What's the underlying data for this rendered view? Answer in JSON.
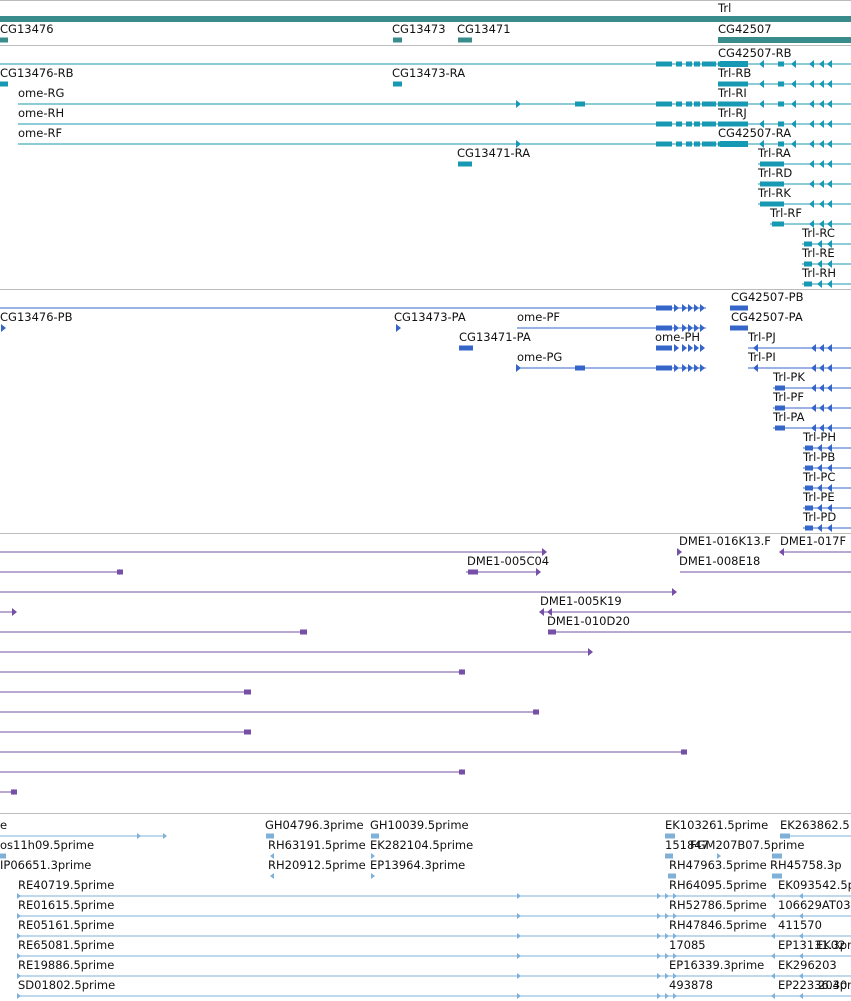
{
  "colors": {
    "gene": "#3a8c8c",
    "transcript": "#1899b3",
    "protein": "#3565c8",
    "clone": "#7550a6",
    "est": "#7fb1d8",
    "separator": "#bcbcbc",
    "label": "#111111"
  },
  "tracks": [
    {
      "name": "genes",
      "features": [
        {
          "label": "Trl",
          "strand": "+"
        },
        {
          "label": "CG13476",
          "strand": "+"
        },
        {
          "label": "CG13473",
          "strand": "+"
        },
        {
          "label": "CG13471",
          "strand": "-"
        },
        {
          "label": "CG42507",
          "strand": "-"
        }
      ]
    },
    {
      "name": "transcripts",
      "features": [
        {
          "label": "CG42507-RB"
        },
        {
          "label": "CG13476-RB"
        },
        {
          "label": "CG13473-RA"
        },
        {
          "label": "Trl-RB"
        },
        {
          "label": "ome-RG"
        },
        {
          "label": "Trl-RI"
        },
        {
          "label": "ome-RH"
        },
        {
          "label": "Trl-RJ"
        },
        {
          "label": "ome-RF"
        },
        {
          "label": "CG42507-RA"
        },
        {
          "label": "CG13471-RA"
        },
        {
          "label": "Trl-RA"
        },
        {
          "label": "Trl-RD"
        },
        {
          "label": "Trl-RK"
        },
        {
          "label": "Trl-RF"
        },
        {
          "label": "Trl-RC"
        },
        {
          "label": "Trl-RE"
        },
        {
          "label": "Trl-RH"
        }
      ]
    },
    {
      "name": "proteins",
      "features": [
        {
          "label": "CG42507-PB"
        },
        {
          "label": "CG13476-PB"
        },
        {
          "label": "CG13473-PA"
        },
        {
          "label": "ome-PF"
        },
        {
          "label": "CG42507-PA"
        },
        {
          "label": "CG13471-PA"
        },
        {
          "label": "ome-PH"
        },
        {
          "label": "Trl-PJ"
        },
        {
          "label": "ome-PG"
        },
        {
          "label": "Trl-PI"
        },
        {
          "label": "Trl-PK"
        },
        {
          "label": "Trl-PF"
        },
        {
          "label": "Trl-PA"
        },
        {
          "label": "Trl-PH"
        },
        {
          "label": "Trl-PB"
        },
        {
          "label": "Trl-PC"
        },
        {
          "label": "Trl-PE"
        },
        {
          "label": "Trl-PD"
        }
      ]
    },
    {
      "name": "clones",
      "features": [
        {
          "label": "DME1-016K13.F"
        },
        {
          "label": "DME1-017F"
        },
        {
          "label": "DME1-005C04"
        },
        {
          "label": "DME1-008E18"
        },
        {
          "label": "DME1-005K19"
        },
        {
          "label": "DME1-010D20"
        }
      ]
    },
    {
      "name": "ests",
      "features": [
        {
          "label": "e"
        },
        {
          "label": "GH04796.3prime"
        },
        {
          "label": "GH10039.5prime"
        },
        {
          "label": "EK103261.5prime"
        },
        {
          "label": "EK263862.5"
        },
        {
          "label": "os11h09.5prime"
        },
        {
          "label": "RH63191.5prime"
        },
        {
          "label": "EK282104.5prime"
        },
        {
          "label": "151847"
        },
        {
          "label": "FGM207B07.5prime"
        },
        {
          "label": "IP06651.3prime"
        },
        {
          "label": "RH20912.5prime"
        },
        {
          "label": "EP13964.3prime"
        },
        {
          "label": "RH47963.5prime"
        },
        {
          "label": "RH45758.3p"
        },
        {
          "label": "RE40719.5prime"
        },
        {
          "label": "RH64095.5prime"
        },
        {
          "label": "EK093542.5p"
        },
        {
          "label": "RE01615.5prime"
        },
        {
          "label": "RH52786.5prime"
        },
        {
          "label": "106629AT03"
        },
        {
          "label": "RE05161.5prime"
        },
        {
          "label": "RH47846.5prime"
        },
        {
          "label": "411570"
        },
        {
          "label": "RE65081.5prime"
        },
        {
          "label": "17085"
        },
        {
          "label": "EP13131.3prime"
        },
        {
          "label": "EK02"
        },
        {
          "label": "RE19886.5prime"
        },
        {
          "label": "EP16339.3prime"
        },
        {
          "label": "EK296203"
        },
        {
          "label": "SD01802.5prime"
        },
        {
          "label": "493878"
        },
        {
          "label": "EP22336.3prime"
        },
        {
          "label": "2040"
        }
      ]
    }
  ]
}
